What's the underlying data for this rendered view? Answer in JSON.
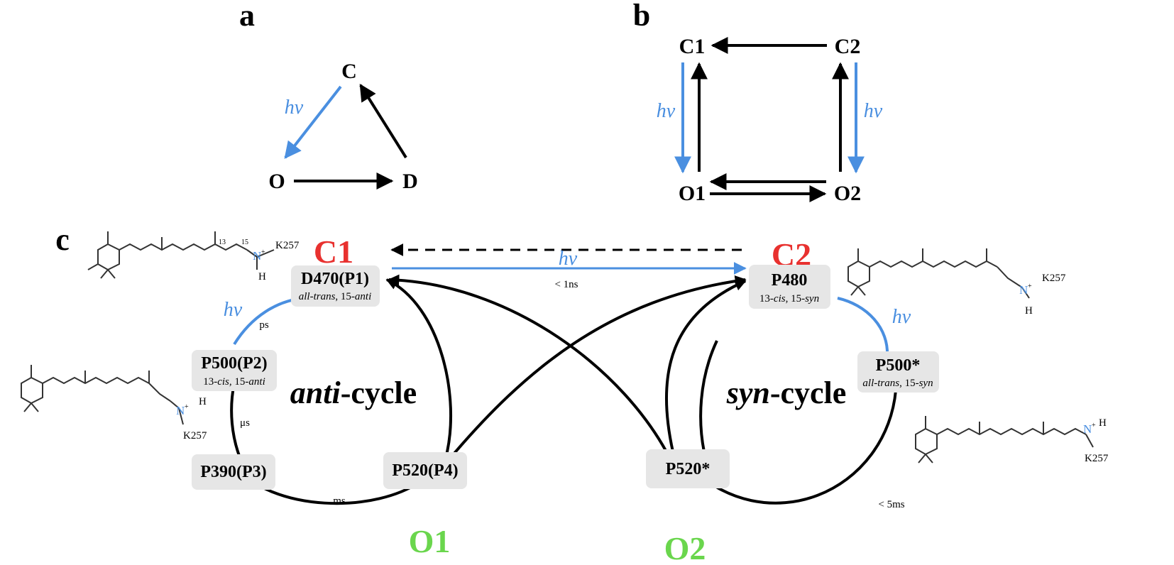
{
  "panel_a": {
    "letter": "a",
    "nodes": {
      "c": "C",
      "o": "O",
      "d": "D"
    },
    "hv": "hv"
  },
  "panel_b": {
    "letter": "b",
    "nodes": {
      "c1": "C1",
      "c2": "C2",
      "o1": "O1",
      "o2": "O2"
    },
    "hv_left": "hv",
    "hv_right": "hv"
  },
  "panel_c": {
    "letter": "c",
    "c1": "C1",
    "c2": "C2",
    "o1": "O1",
    "o2": "O2",
    "hv_top": "hv",
    "hv_left": "hv",
    "hv_right": "hv",
    "top_time": "< 1ns",
    "anti_cycle": {
      "prefix": "anti",
      "suffix": "-cycle"
    },
    "syn_cycle": {
      "prefix": "syn",
      "suffix": "-cycle"
    },
    "states": {
      "d470": {
        "name": "D470(P1)",
        "sub_a": "all-trans",
        "sub_b": ", 15-",
        "sub_c": "anti"
      },
      "p500": {
        "name": "P500(P2)",
        "sub_a": "13-",
        "sub_b": "cis",
        "sub_c": ", 15-",
        "sub_d": "anti"
      },
      "p390": {
        "name": "P390(P3)"
      },
      "p520": {
        "name": "P520(P4)"
      },
      "p480": {
        "name": "P480",
        "sub_a": "13-",
        "sub_b": "cis",
        "sub_c": ", 15-",
        "sub_d": "syn"
      },
      "p500s": {
        "name": "P500*",
        "sub_a": "all-trans",
        "sub_b": ", 15-",
        "sub_c": "syn"
      },
      "p520s": {
        "name": "P520*"
      }
    },
    "times": {
      "ps": "ps",
      "us": "μs",
      "ms": "ms",
      "lt5ms": "< 5ms"
    },
    "chem": {
      "k257": "K257",
      "h": "H",
      "n": "N",
      "plus": "+",
      "num13": "13",
      "num15": "15"
    }
  },
  "colors": {
    "light_arrow": "#4a8fe0",
    "dark_arrow": "#000000",
    "closed_state": "#e8312f",
    "open_state": "#6ad64d",
    "state_box": "#e6e6e6"
  }
}
